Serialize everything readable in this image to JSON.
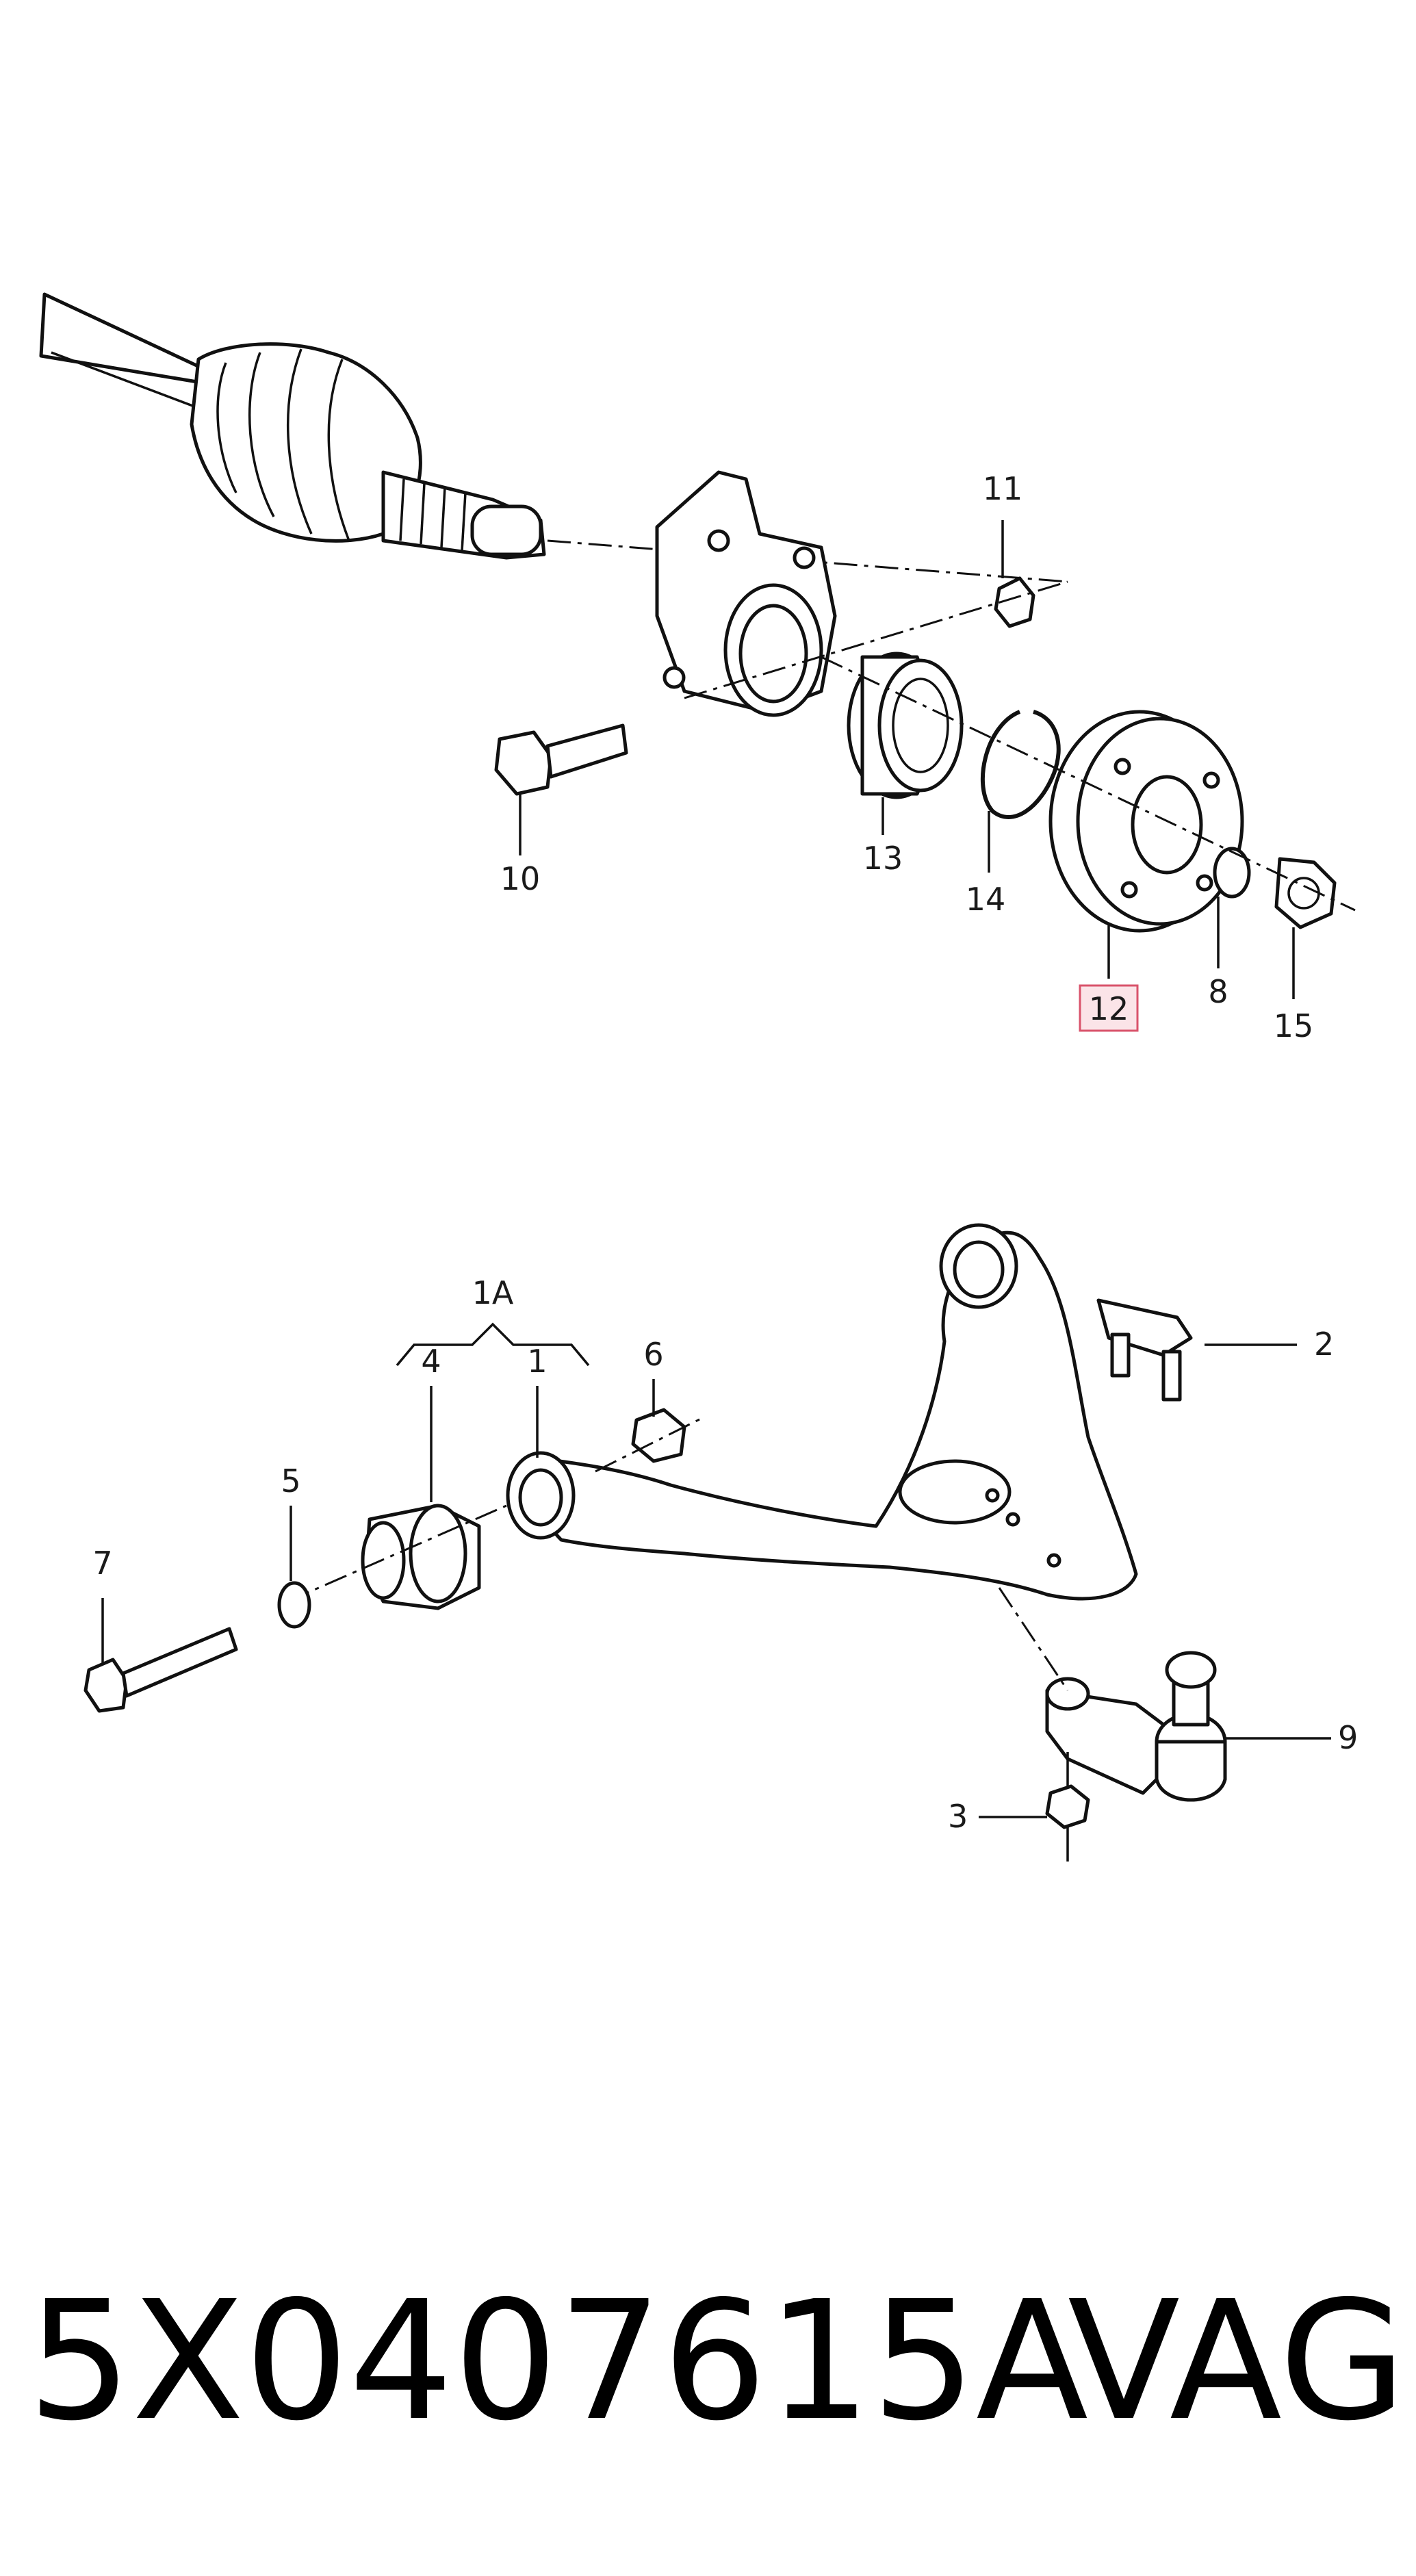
{
  "callouts": {
    "c1": "1",
    "c1A": "1A",
    "c2": "2",
    "c3": "3",
    "c4": "4",
    "c5": "5",
    "c6": "6",
    "c7": "7",
    "c8": "8",
    "c9": "9",
    "c10": "10",
    "c11": "11",
    "c12": "12",
    "c13": "13",
    "c14": "14",
    "c15": "15"
  },
  "highlight": {
    "callout": "12",
    "color": "#d9536b"
  },
  "footer": {
    "part_number": "5X0407615A",
    "brand": "VAG"
  }
}
